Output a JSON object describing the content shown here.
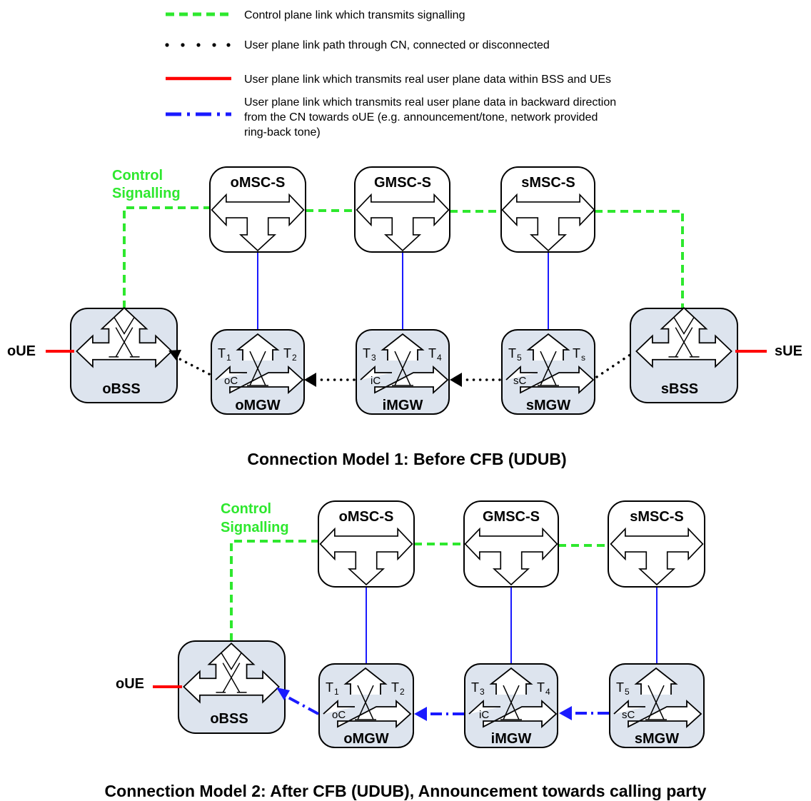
{
  "legend": {
    "control_plane": "Control plane link which transmits signalling",
    "user_plane_cn": "User plane link path through CN, connected or disconnected",
    "user_plane_real": "User plane link which transmits real user plane data within BSS and UEs",
    "user_plane_backward_line1": "User plane link which transmits real user plane data in backward direction",
    "user_plane_backward_line2": "from the CN towards oUE (e.g. announcement/tone, network provided",
    "user_plane_backward_line3": "ring-back tone)"
  },
  "colors": {
    "control_plane": "#2ee82e",
    "user_plane_real": "#ff0000",
    "user_plane_backward": "#1a1aff",
    "node_fill_media": "#dde4ee",
    "node_fill_server": "#ffffff",
    "vertical_link": "#1a1aff"
  },
  "model1": {
    "control_label_line1": "Control",
    "control_label_line2": "Signalling",
    "servers": [
      "oMSC-S",
      "GMSC-S",
      "sMSC-S"
    ],
    "gateways": [
      {
        "name": "oMGW",
        "t_left": "T",
        "t_left_sub": "1",
        "t_right": "T",
        "t_right_sub": "2",
        "ctx": "oC"
      },
      {
        "name": "iMGW",
        "t_left": "T",
        "t_left_sub": "3",
        "t_right": "T",
        "t_right_sub": "4",
        "ctx": "iC"
      },
      {
        "name": "sMGW",
        "t_left": "T",
        "t_left_sub": "5",
        "t_right": "T",
        "t_right_sub": "s",
        "ctx": "sC"
      }
    ],
    "bss_left": "oBSS",
    "bss_right": "sBSS",
    "ue_left": "oUE",
    "ue_right": "sUE",
    "title": "Connection Model 1: Before CFB (UDUB)"
  },
  "model2": {
    "control_label_line1": "Control",
    "control_label_line2": "Signalling",
    "servers": [
      "oMSC-S",
      "GMSC-S",
      "sMSC-S"
    ],
    "gateways": [
      {
        "name": "oMGW",
        "t_left": "T",
        "t_left_sub": "1",
        "t_right": "T",
        "t_right_sub": "2",
        "ctx": "oC"
      },
      {
        "name": "iMGW",
        "t_left": "T",
        "t_left_sub": "3",
        "t_right": "T",
        "t_right_sub": "4",
        "ctx": "iC"
      },
      {
        "name": "sMGW",
        "t_left": "T",
        "t_left_sub": "5",
        "ctx": "sC"
      }
    ],
    "bss_left": "oBSS",
    "ue_left": "oUE",
    "title": "Connection Model 2: After CFB (UDUB), Announcement towards calling party"
  }
}
